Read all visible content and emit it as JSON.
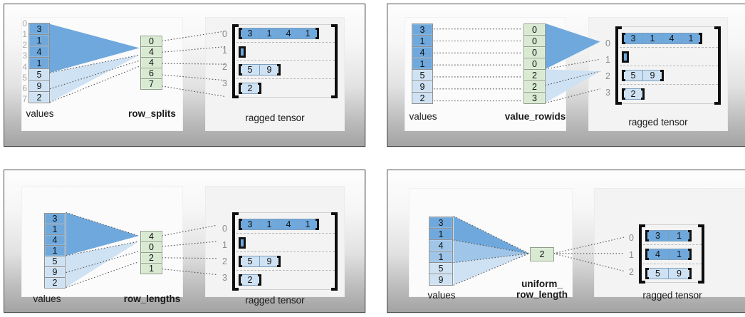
{
  "panels": [
    {
      "id": "row-splits",
      "values_label": "values",
      "encoding_label": "row_splits",
      "tensor_label": "ragged tensor",
      "values": [
        3,
        1,
        4,
        1,
        5,
        9,
        2
      ],
      "value_shades": [
        "dark",
        "dark",
        "dark",
        "dark",
        "light",
        "light",
        "light"
      ],
      "value_ticks": [
        "0",
        "1",
        "2",
        "3",
        "4",
        "5",
        "6",
        "7"
      ],
      "encoding": [
        "0",
        "4",
        "4",
        "6",
        "7"
      ],
      "tensor_row_indices": [
        "0",
        "1",
        "2",
        "3"
      ],
      "tensor_rows": [
        {
          "cells": [
            "3",
            "1",
            "4",
            "1"
          ],
          "shade": "dark"
        },
        {
          "cells": [],
          "shade": "dark"
        },
        {
          "cells": [
            "5",
            "9"
          ],
          "shade": "light"
        },
        {
          "cells": [
            "2"
          ],
          "shade": "light"
        }
      ]
    },
    {
      "id": "value-rowids",
      "values_label": "values",
      "encoding_label": "value_rowids",
      "tensor_label": "ragged tensor",
      "values": [
        3,
        1,
        4,
        1,
        5,
        9,
        2
      ],
      "value_shades": [
        "dark",
        "dark",
        "dark",
        "dark",
        "light",
        "light",
        "light"
      ],
      "value_ticks": [],
      "encoding": [
        "0",
        "0",
        "0",
        "0",
        "2",
        "2",
        "3"
      ],
      "tensor_row_indices": [
        "0",
        "1",
        "2",
        "3"
      ],
      "tensor_rows": [
        {
          "cells": [
            "3",
            "1",
            "4",
            "1"
          ],
          "shade": "dark"
        },
        {
          "cells": [],
          "shade": "dark"
        },
        {
          "cells": [
            "5",
            "9"
          ],
          "shade": "light"
        },
        {
          "cells": [
            "2"
          ],
          "shade": "light"
        }
      ]
    },
    {
      "id": "row-lengths",
      "values_label": "values",
      "encoding_label": "row_lengths",
      "tensor_label": "ragged tensor",
      "values": [
        3,
        1,
        4,
        1,
        5,
        9,
        2
      ],
      "value_shades": [
        "dark",
        "dark",
        "dark",
        "dark",
        "light",
        "light",
        "light"
      ],
      "value_ticks": [],
      "encoding": [
        "4",
        "0",
        "2",
        "1"
      ],
      "tensor_row_indices": [
        "0",
        "1",
        "2",
        "3"
      ],
      "tensor_rows": [
        {
          "cells": [
            "3",
            "1",
            "4",
            "1"
          ],
          "shade": "dark"
        },
        {
          "cells": [],
          "shade": "dark"
        },
        {
          "cells": [
            "5",
            "9"
          ],
          "shade": "light"
        },
        {
          "cells": [
            "2"
          ],
          "shade": "light"
        }
      ]
    },
    {
      "id": "uniform-row-length",
      "values_label": "values",
      "encoding_label": "uniform_\nrow_length",
      "tensor_label": "ragged tensor",
      "values": [
        3,
        1,
        4,
        1,
        5,
        9
      ],
      "value_shades": [
        "dark",
        "dark",
        "mid",
        "mid",
        "light",
        "light"
      ],
      "value_ticks": [],
      "encoding": [
        "2"
      ],
      "tensor_row_indices": [
        "0",
        "1",
        "2"
      ],
      "tensor_rows": [
        {
          "cells": [
            "3",
            "1"
          ],
          "shade": "dark"
        },
        {
          "cells": [
            "4",
            "1"
          ],
          "shade": "dark"
        },
        {
          "cells": [
            "5",
            "9"
          ],
          "shade": "light"
        }
      ]
    }
  ],
  "colors": {
    "value_dark": "#6fa8dc",
    "value_mid": "#9fc5e8",
    "value_light": "#cfe2f3",
    "encoding_green": "#d9ead3",
    "frame_border": "#4a4a4a",
    "tick_gray": "#a8a8a8"
  }
}
